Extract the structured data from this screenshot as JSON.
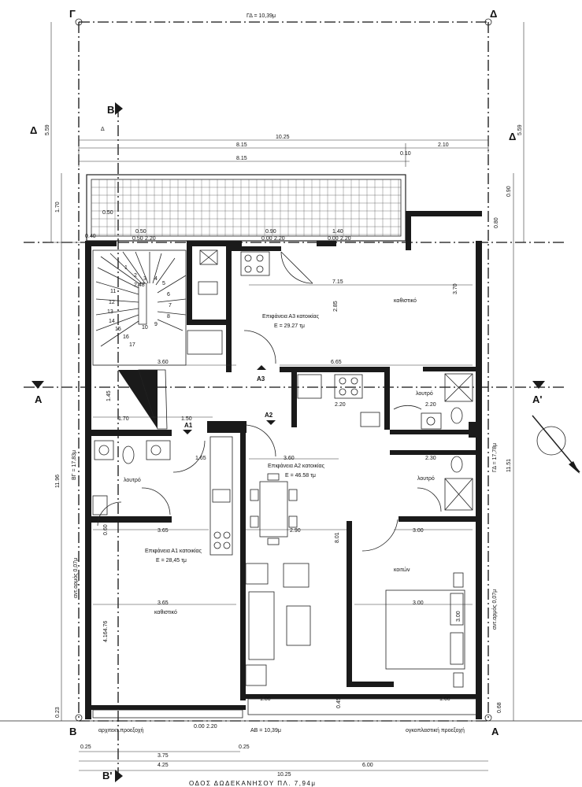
{
  "corners": {
    "gamma": "Γ",
    "delta_top": "Δ",
    "beta": "Β",
    "alpha": "Α",
    "delta_left": "Δ",
    "delta_right": "Δ"
  },
  "sections": {
    "b_top": "Β'",
    "b_bottom": "Β'",
    "a_left": "Α",
    "a_right": "Α'",
    "d_small": "Δ"
  },
  "top_boundary": "ΓΔ = 10,39μ",
  "bottom_boundary": "ΑΒ = 10,39μ",
  "left_boundary": "ΒΓ = 17,83μ",
  "right_boundary": "ΓΔ = 17,78μ",
  "street": "ΟΔΟΣ ΔΩΔΕΚΑΝΗΣΟΥ  ΠΛ. 7,94μ",
  "left_projection": "αρχιτεκτ.προεξοχή",
  "right_projection": "ογκοπλαστική προεξοχή",
  "ant_left": "αντ.αρμός 0,07μ",
  "ant_right": "αντ.αρμός 0,07μ",
  "dims_top": {
    "d1025": "10.25",
    "d815a": "8.15",
    "d210": "2.10",
    "d010": "0.10",
    "d815b": "8.15"
  },
  "dims_left": {
    "d559": "5.59",
    "d170": "1.70",
    "d040": "0.40",
    "d1196": "11.96",
    "d023": "0.23"
  },
  "dims_right": {
    "d559": "5.59",
    "d090": "0.90",
    "d080": "0.80",
    "d1151": "11.51",
    "d068": "0.68"
  },
  "dims_bottom": {
    "d025a": "0.25",
    "d025b": "0.25",
    "d375": "3.75",
    "d425": "4.25",
    "d600": "6.00",
    "d1025": "10.25"
  },
  "inner_dims": {
    "d050": "0.50",
    "d050b": "0.50",
    "d220a": "2.20",
    "d090": "0.90",
    "d000a": "0.00",
    "d220b": "2.20",
    "d140": "1.40",
    "d000b": "0.00",
    "d220c": "2.20",
    "d715": "7.15",
    "d285": "2.85",
    "d370": "3.70",
    "d360a": "3.60",
    "d665": "6.65",
    "d220d": "2.20",
    "d220e": "2.20",
    "d145": "1.45",
    "d170": "1.70",
    "d150": "1.50",
    "d165": "1.65",
    "d360b": "3.60",
    "d230": "2.30",
    "d365a": "3.65",
    "d290": "2.90",
    "d300a": "3.00",
    "d801": "8.01",
    "d365b": "3.65",
    "d300b": "3.00",
    "d416": "4.164.76",
    "d180": "1.80",
    "d160": "1.60",
    "d000c": "0.00",
    "d220f": "2.20",
    "d248": "2.48",
    "d245": "0.45",
    "d060": "0.60",
    "d300c": "3.00",
    "d050c": "0.50"
  },
  "rooms": {
    "a3_title": "Επιφάνεια Α3 κατοικίας",
    "a3_area": "Ε = 29.27 τμ",
    "a3_tag": "Α3",
    "a2_title": "Επιφάνεια Α2 κατοικίας",
    "a2_area": "Ε = 46.58 τμ",
    "a2_tag": "Α2",
    "a1_title": "Επιφάνεια Α1 κατοικίας",
    "a1_area": "Ε = 28,45 τμ",
    "a1_tag": "Α1",
    "living_right": "καθιστικό",
    "living_left": "καθιστικό",
    "bath_1": "λουτρό",
    "bath_2": "λουτρό",
    "bath_3": "λουτρό",
    "bedroom": "κοιτών"
  },
  "stairs": [
    "1",
    "2",
    "3",
    "4",
    "5",
    "6",
    "7",
    "8",
    "9",
    "10",
    "11",
    "12",
    "13",
    "14",
    "15",
    "16",
    "17"
  ]
}
